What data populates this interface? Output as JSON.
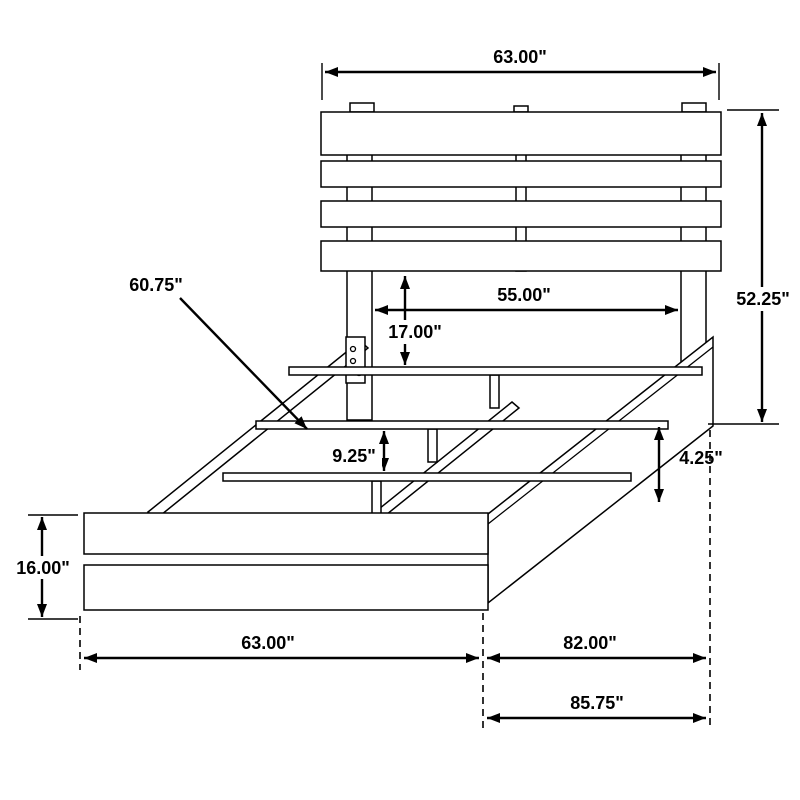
{
  "figure": {
    "subject": "platform-bed-frame-dimension-drawing",
    "colors": {
      "line": "#000000",
      "background": "#ffffff"
    }
  },
  "labels": {
    "top_width": "63.00\"",
    "side_height": "52.25\"",
    "inner_width": "55.00\"",
    "deck_to_headboard": "17.00\"",
    "rail_length": "60.75\"",
    "slat_spacing": "9.25\"",
    "rail_height": "4.25\"",
    "footboard_height": "16.00\"",
    "width_overall": "63.00\"",
    "length_inner": "82.00\"",
    "length_overall": "85.75\""
  }
}
